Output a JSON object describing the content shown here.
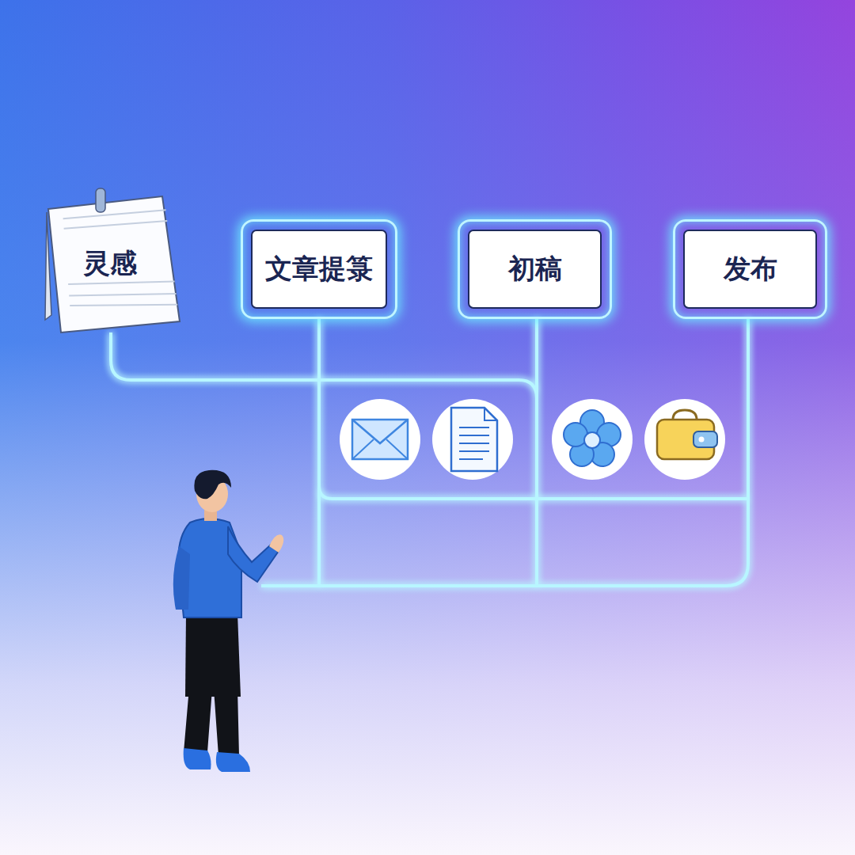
{
  "diagram": {
    "nodes": [
      {
        "text": [
          "灵感"
        ]
      },
      {
        "text": [
          "文章提箓"
        ]
      },
      {
        "text": [
          "初稿"
        ]
      },
      {
        "text": [
          "发布"
        ]
      }
    ],
    "edges": [
      {
        "from": 0,
        "to": 1,
        "arrow": "to"
      },
      {
        "from": 1,
        "to": 2,
        "arrow": "to"
      },
      {
        "from": 2,
        "to": 3,
        "arrow": "to"
      }
    ]
  }
}
